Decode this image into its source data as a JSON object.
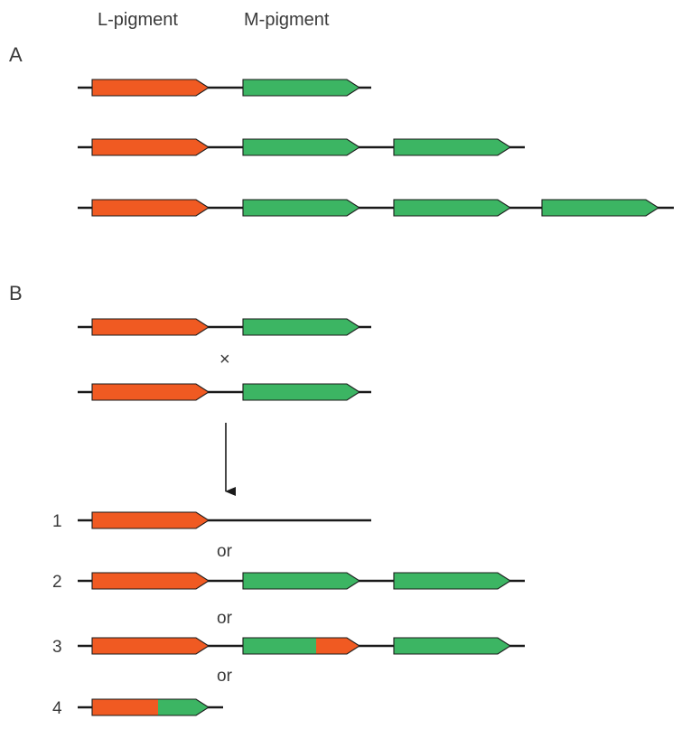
{
  "labels": {
    "l_pigment": "L-pigment",
    "m_pigment": "M-pigment",
    "section_a": "A",
    "section_b": "B",
    "cross": "×",
    "or_1": "or",
    "or_2": "or",
    "or_3": "or",
    "outcome_1": "1",
    "outcome_2": "2",
    "outcome_3": "3",
    "outcome_4": "4"
  },
  "colors": {
    "l_pigment": "#f05a22",
    "m_pigment": "#3cb563",
    "line": "#1a1a1a",
    "text": "#3a3a3a"
  },
  "arrangements": {
    "section_a": [
      [
        "L",
        "M"
      ],
      [
        "L",
        "M",
        "M"
      ],
      [
        "L",
        "M",
        "M",
        "M"
      ]
    ],
    "section_b_parents": [
      [
        "L",
        "M"
      ],
      [
        "L",
        "M"
      ]
    ],
    "section_b_outcomes": [
      {
        "number": "1",
        "genes": [
          "L"
        ]
      },
      {
        "number": "2",
        "genes": [
          "L",
          "M",
          "M"
        ]
      },
      {
        "number": "3",
        "genes": [
          "L",
          "M/L hybrid",
          "M"
        ]
      },
      {
        "number": "4",
        "genes": [
          "L/M hybrid"
        ]
      }
    ]
  }
}
